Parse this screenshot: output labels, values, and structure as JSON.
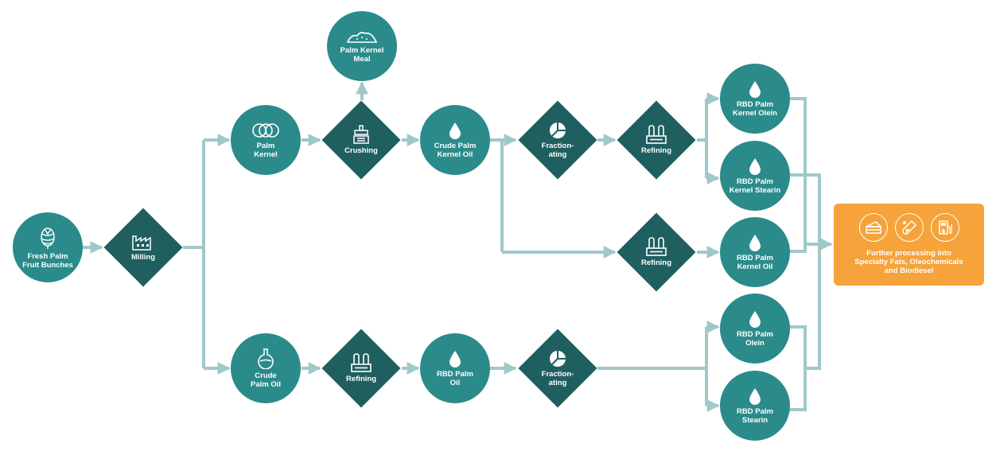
{
  "colors": {
    "node_circle": "#2a8b8a",
    "process_diamond": "#1f5f60",
    "connector": "#9fc9c9",
    "output_box": "#f5a33a",
    "text": "#ffffff"
  },
  "nodes": {
    "fresh_palm_fruit_bunches": {
      "label": "Fresh Palm\nFruit Bunches",
      "icon": "fruit-bunch-icon"
    },
    "milling": {
      "label": "Milling",
      "icon": "factory-icon"
    },
    "palm_kernel": {
      "label": "Palm\nKernel",
      "icon": "kernel-icon"
    },
    "crushing": {
      "label": "Crushing",
      "icon": "crusher-icon"
    },
    "palm_kernel_meal": {
      "label": "Palm Kernel\nMeal",
      "icon": "meal-pile-icon"
    },
    "crude_palm_kernel_oil": {
      "label": "Crude Palm\nKernel Oil",
      "icon": "oil-drop-icon"
    },
    "fractionating_top": {
      "label": "Fraction-\nating",
      "icon": "pie-chart-icon"
    },
    "refining_top": {
      "label": "Refining",
      "icon": "refinery-icon"
    },
    "rbd_palm_kernel_olein": {
      "label": "RBD Palm\nKernel Olein",
      "icon": "oil-drop-icon"
    },
    "rbd_palm_kernel_stearin": {
      "label": "RBD Palm\nKernel Stearin",
      "icon": "oil-drop-icon"
    },
    "refining_middle": {
      "label": "Refining",
      "icon": "refinery-icon"
    },
    "rbd_palm_kernel_oil": {
      "label": "RBD Palm\nKernel Oil",
      "icon": "oil-drop-icon"
    },
    "crude_palm_oil": {
      "label": "Crude\nPalm Oil",
      "icon": "flask-icon"
    },
    "refining_bottom": {
      "label": "Refining",
      "icon": "refinery-icon"
    },
    "rbd_palm_oil": {
      "label": "RBD Palm\nOil",
      "icon": "oil-drop-icon"
    },
    "fractionating_bottom": {
      "label": "Fraction-\nating",
      "icon": "pie-chart-icon"
    },
    "rbd_palm_olein": {
      "label": "RBD Palm\nOlein",
      "icon": "oil-drop-icon"
    },
    "rbd_palm_stearin": {
      "label": "RBD Palm\nStearin",
      "icon": "oil-drop-icon"
    }
  },
  "output": {
    "label": "Further processing into\nSpecialty Fats, Oleochemicals\nand Biodiesel",
    "icons": [
      "cake-icon",
      "test-tube-icon",
      "fuel-pump-icon"
    ]
  }
}
